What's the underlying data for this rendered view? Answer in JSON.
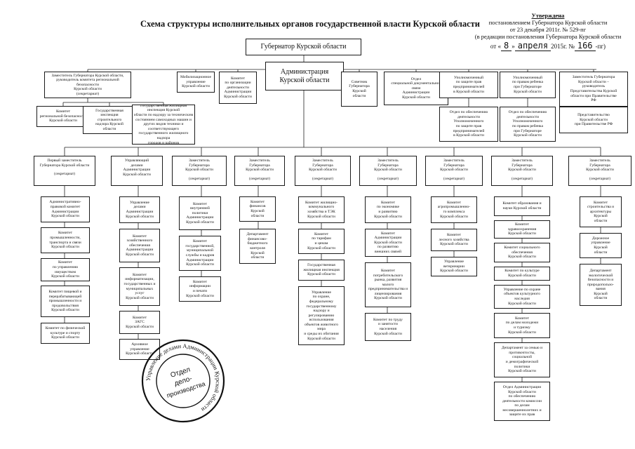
{
  "title": "Схема структуры исполнительных органов государственной власти Курской области",
  "approval": {
    "line1": "Утверждена",
    "line2": "постановлением Губернатора Курской области",
    "line3": "от 23 декабря 2011г. № 529-пг",
    "line4": "(в редакции постановления Губернатора Курской области",
    "date_prefix": "от «",
    "day": "8",
    "date_mid": "»",
    "month": "апреля",
    "year": "2015г. №",
    "number": "166",
    "suffix": "-пг)"
  },
  "governor": "Губернатор Курской области",
  "administration": "Администрация\nКурской области",
  "row2": [
    "Заместитель Губернатора Курской области,\nруководитель комитета региональной безопасности\nКурской области\n(секретариат)",
    "Мобилизационное\nуправление\nКурской области",
    "Комитет\nпо организации\nдеятельности\nАдминистрации\nКурской области",
    "Советник\nГубернатора\nКурской\nобласти",
    "Отдел\nспециальной документальной\nсвязи\nАдминистрации\nКурской области",
    "Уполномоченный\nпо защите прав\nпредпринимателей\nв Курской области",
    "Уполномоченный\nпо правам ребенка\nпри Губернаторе\nКурской области",
    "Заместитель Губернатора\nКурской области –\nруководитель\nПредставительства Курской\nобласти при Правительстве\nРФ"
  ],
  "row3": [
    "Комитет\nрегиональной безопасности\nКурской области",
    "Государственная\nинспекция\nстроительного\nнадзора Курской\nобласти",
    "Государственная жилищная инспекция Курской\nобласти по надзору за техническим\nсостоянием самоходных машин и\nдругих видов техники и\nсоответствующего\nгосударственного жилищного надзора\nгородов и районов",
    "Отдел по обеспечению\nдеятельности\nУполномоченного\nпо защите прав\nпредпринимателей\nв Курской области",
    "Отдел по обеспечению\nдеятельности\nУполномоченного\nпо правам ребенка\nпри Губернаторе\nКурской области",
    "Представительство\nКурской области\nпри Правительстве РФ"
  ],
  "columns": [
    {
      "head": "Первый заместитель\nГубернатора Курской области",
      "sec": "(секретариат)",
      "items": [
        "Административно-\nправовой комитет\nАдминистрации\nКурской области",
        "Комитет\nпромышленности,\nтранспорта и связи\nКурской области",
        "Комитет\nпо управлению\nимуществом\nКурской области",
        "Комитет пищевой и\nперерабатывающей\nпромышленности и\nпродовольствия\nКурской области",
        "Комитет по физической\nкультуре и спорту\nКурской области"
      ]
    },
    {
      "head": "Управляющий\nделами\nАдминистрации\nКурской области",
      "sec": "",
      "items": [
        "Управление\nделами\nАдминистрации\nКурской области",
        "Комитет\nхозяйственного\nобеспечения\nАдминистрации\nКурской области",
        "Комитет\nинформатизации,\nгосударственных и\nмуниципальных\nуслуг\nКурской области",
        "Комитет\nЗАГС\nКурской области",
        "Архивное\nуправление\nКурской области"
      ]
    },
    {
      "head": "Заместитель\nГубернатора\nКурской области",
      "sec": "(секретариат)",
      "items": [
        "Комитет\nвнутренней\nполитики\nАдминистрации\nКурской области",
        "Комитет\nгосударственной,\nмуниципальной\nслужбы и кадров\nАдминистрации\nКурской области",
        "Комитет\nинформации\nи печати\nКурской области"
      ]
    },
    {
      "head": "Заместитель\nГубернатора\nКурской области",
      "sec": "(секретариат)",
      "items": [
        "Комитет\nфинансов\nКурской\nобласти",
        "Департамент\nфинансово-\nбюджетного\nконтроля\nКурской\nобласти"
      ]
    },
    {
      "head": "Заместитель\nГубернатора\nКурской области",
      "sec": "(секретариат)",
      "items": [
        "Комитет жилищно-\nкоммунального\nхозяйства и ТЭК\nКурской области",
        "Комитет\nпо тарифам\nи ценам\nКурской области",
        "Государственная\nжилищная инспекция\nКурской области",
        "Управление\nпо охране,\nфедеральному\nгосударственному\nнадзору и\nрегулированию\nиспользования\nобъектов животного\nмира\nи среды их обитания\nКурской области"
      ]
    },
    {
      "head": "Заместитель\nГубернатора\nКурской области",
      "sec": "(секретариат)",
      "items": [
        "Комитет\nпо экономике\nи развитию\nКурской области",
        "Комитет\nАдминистрации\nКурской области\nпо развитию\nвнешних связей",
        "Комитет\nпотребительского\nрынка, развития\nмалого\nпредпринимательства и\nлицензирования\nКурской области",
        "Комитет по труду\nи занятости\nнаселения\nКурской области"
      ]
    },
    {
      "head": "Заместитель\nГубернатора\nКурской области",
      "sec": "(секретариат)",
      "items": [
        "Комитет\nагропромышленно-\nго комплекса\nКурской области",
        "Комитет\nлесного хозяйства\nКурской области",
        "Управление\nветеринарии\nКурской области"
      ]
    },
    {
      "head": "Заместитель\nГубернатора\nКурской области",
      "sec": "(секретариат)",
      "items": [
        "Комитет образования и\nнауки Курской области",
        "Комитет\nздравоохранения\nКурской области",
        "Комитет социального\nобеспечения\nКурской области",
        "Комитет по культуре\nКурской области",
        "Управление по охране\nобъектов культурного\nнаследия\nКурской области",
        "Комитет\nпо делам молодежи\nи туризму\nКурской области",
        "Департамент за семью и\nпротивочтосты,\nсоциальной\nи демографической\nполитики\nКурской области",
        "Отдел Администрации\nКурской области\nпо обеспечению\nдеятельности комиссии\nпо делам\nнесовершеннолетних и\nзащите их прав"
      ]
    },
    {
      "head": "Заместитель\nГубернатора\nКурской области",
      "sec": "(секретариат)",
      "items": [
        "Комитет\nстроительства и\nархитектуры\nКурской\nобласти",
        "Дорожное\nуправление\nКурской\nобласти",
        "Департамент\nэкологической\nбезопасности и\nприродопользо-\nвания\nКурской\nобласти"
      ]
    }
  ],
  "stamp": {
    "ring": "Управление делами Администрации Курской области",
    "line1": "Отдел",
    "line2": "дело-",
    "line3": "производства"
  }
}
